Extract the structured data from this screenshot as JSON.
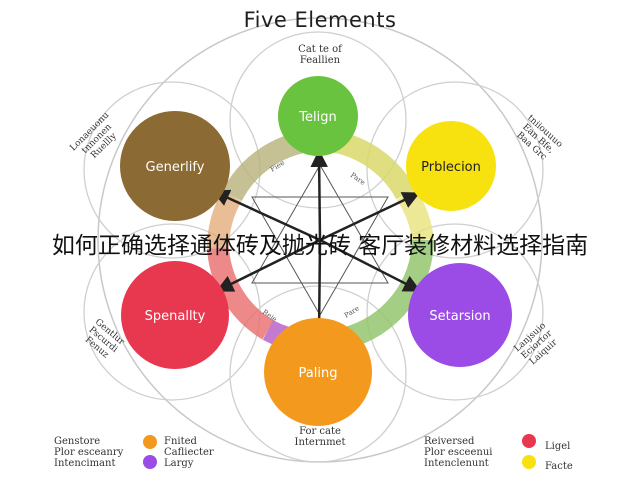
{
  "title": "Five Elements",
  "top_note": [
    "Cat te of",
    "Feallien"
  ],
  "bottom_note": [
    "For cate",
    "Internmet"
  ],
  "banner_text": "如何正确选择通体砖及抛光砖 客厅装修材料选择指南",
  "nodes": [
    {
      "id": "top",
      "label": "Telign",
      "color": "#6ac33f",
      "dark_text": false
    },
    {
      "id": "right-top",
      "label": "Prblecion",
      "color": "#f7e20f",
      "dark_text": true
    },
    {
      "id": "right-bottom",
      "label": "Setarsion",
      "color": "#9b4be6",
      "dark_text": false
    },
    {
      "id": "bottom",
      "label": "Paling",
      "color": "#f39a1e",
      "dark_text": false
    },
    {
      "id": "left-bottom",
      "label": "Spenallty",
      "color": "#e8384f",
      "dark_text": false
    },
    {
      "id": "left-top",
      "label": "Generlify",
      "color": "#8c6a34",
      "dark_text": false
    }
  ],
  "side_notes": {
    "upper_left": [
      "Lonaeuonu",
      "tnnonen",
      "Ruellly"
    ],
    "upper_right": [
      "tniiouuuo",
      "Ean Bfe,",
      "Baa Grc"
    ],
    "lower_left": [
      "Gentlur",
      "Pscurdi",
      "Fenuz"
    ],
    "lower_right": [
      "Lanjsuio",
      "Eciortor",
      "Laiquir"
    ]
  },
  "ring_ticks": [
    "Fiee",
    "Pare",
    "Reie",
    "Pare"
  ],
  "legend": {
    "left_text": [
      "Genstore",
      "Plor esceanry",
      "Intencimant"
    ],
    "left_items": [
      {
        "label": "Fnited",
        "color": "#f39a1e"
      },
      {
        "label": "Cafliecter",
        "color": ""
      },
      {
        "label": "Largy",
        "color": "#9b4be6"
      }
    ],
    "right_text": [
      "Reiversed",
      "Plor esceenui",
      "Intenclenunt"
    ],
    "right_items": [
      {
        "label": "Ligel",
        "color": "#e8384f"
      },
      {
        "label": "Facte",
        "color": "#f7e20f"
      }
    ]
  }
}
